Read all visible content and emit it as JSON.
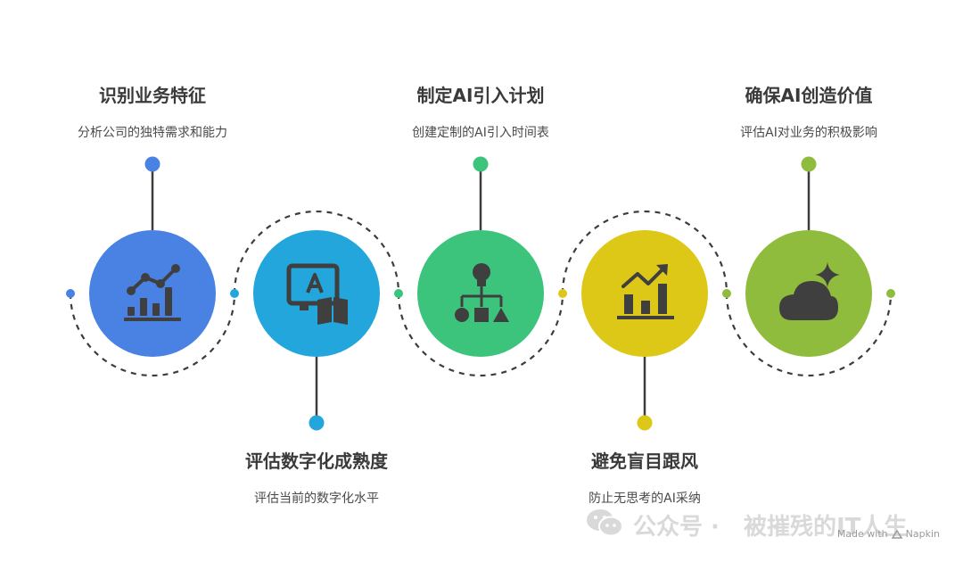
{
  "steps": [
    {
      "title": "识别业务特征",
      "desc": "分析公司的独特需求和能力",
      "color": "#4a82e4",
      "icon": "chart-growth-icon",
      "position": "top"
    },
    {
      "title": "评估数字化成熟度",
      "desc": "评估当前的数字化水平",
      "color": "#22a6dc",
      "icon": "ai-screen-book-icon",
      "position": "bottom"
    },
    {
      "title": "制定AI引入计划",
      "desc": "创建定制的AI引入时间表",
      "color": "#3cc47c",
      "icon": "bulb-hierarchy-icon",
      "position": "top"
    },
    {
      "title": "避免盲目跟风",
      "desc": "防止无思考的AI采纳",
      "color": "#ddc817",
      "icon": "bar-trend-up-icon",
      "position": "bottom"
    },
    {
      "title": "确保AI创造价值",
      "desc": "评估AI对业务的积极影响",
      "color": "#8fbc3c",
      "icon": "cloud-sparkle-icon",
      "position": "top"
    }
  ],
  "watermark": {
    "account": "公众号 ·",
    "name": "被摧残的IT人生"
  },
  "credit": {
    "text": "Made with",
    "brand": "Napkin"
  }
}
